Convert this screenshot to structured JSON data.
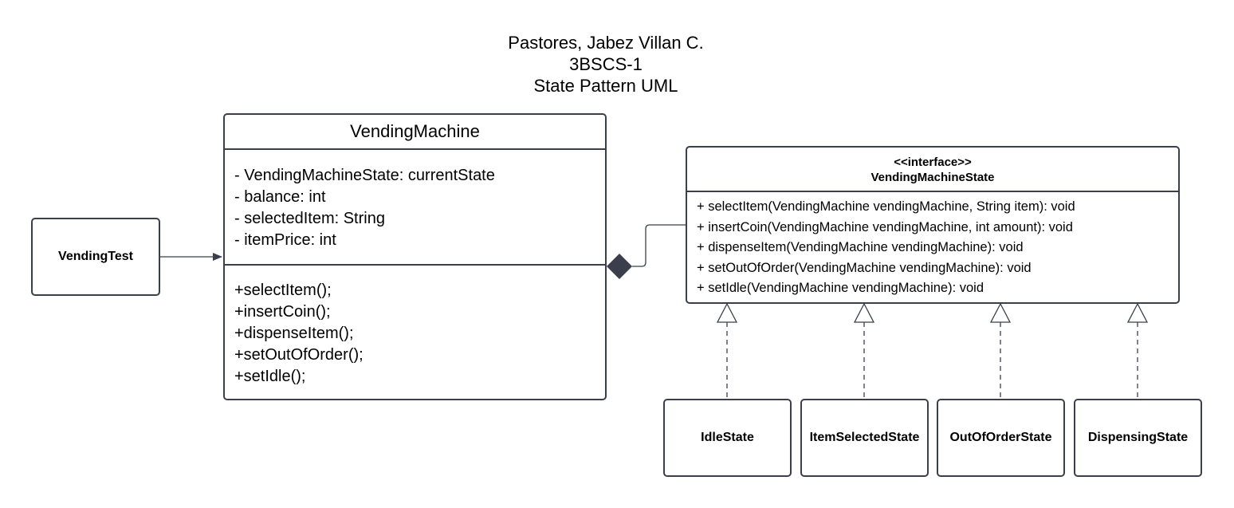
{
  "header": {
    "author": "Pastores, Jabez Villan C.",
    "section": "3BSCS-1",
    "title": "State Pattern UML"
  },
  "vending_test": {
    "name": "VendingTest"
  },
  "vending_machine": {
    "name": "VendingMachine",
    "attributes": [
      "- VendingMachineState: currentState",
      "- balance: int",
      "- selectedItem: String",
      "- itemPrice: int"
    ],
    "methods": [
      "+selectItem();",
      "+insertCoin();",
      "+dispenseItem();",
      "+setOutOfOrder();",
      "+setIdle();"
    ]
  },
  "interface": {
    "stereotype": "<<interface>>",
    "name": "VendingMachineState",
    "methods": [
      "+ selectItem(VendingMachine vendingMachine, String item): void",
      "+ insertCoin(VendingMachine vendingMachine, int amount): void",
      "+ dispenseItem(VendingMachine vendingMachine): void",
      "+ setOutOfOrder(VendingMachine vendingMachine): void",
      "+ setIdle(VendingMachine vendingMachine): void"
    ]
  },
  "states": [
    {
      "name": "IdleState"
    },
    {
      "name": "ItemSelectedState"
    },
    {
      "name": "OutOfOrderState"
    },
    {
      "name": "DispensingState"
    }
  ],
  "colors": {
    "border": "#3a3f4b",
    "text": "#000000",
    "background": "#ffffff"
  }
}
